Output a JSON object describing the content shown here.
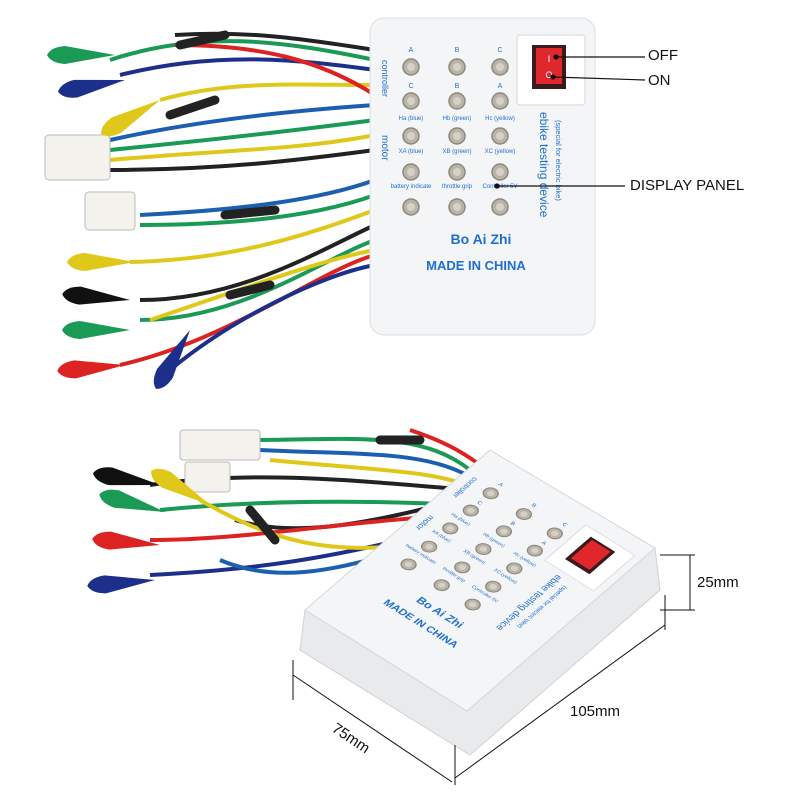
{
  "callouts": {
    "off": "OFF",
    "on": "ON",
    "display_panel": "DISPLAY PANEL"
  },
  "device": {
    "row1": [
      "A",
      "B",
      "C"
    ],
    "row2": [
      "C",
      "B",
      "A"
    ],
    "row2_labels": [
      "Ha (blue)",
      "Hb (green)",
      "Hc (yellow)"
    ],
    "row3_labels": [
      "XA (blue)",
      "XB (green)",
      "XC (yellow)"
    ],
    "row4_labels": [
      "battery indicate",
      "throttle grip",
      "Controller 5V"
    ],
    "side_controller": "controller",
    "side_motor": "motor",
    "title": "ebike testing device",
    "subtitle": "(special for electric bike)",
    "brand": "Bo Ai Zhi",
    "made_in": "MADE IN CHINA",
    "switch_on_mark": "I",
    "switch_off_mark": "O",
    "colors": {
      "text": "#1f6fd1",
      "switch": "#e0282c",
      "body": "#f4f5f7"
    }
  },
  "dimensions": {
    "height": "25mm",
    "length": "105mm",
    "width": "75mm"
  }
}
